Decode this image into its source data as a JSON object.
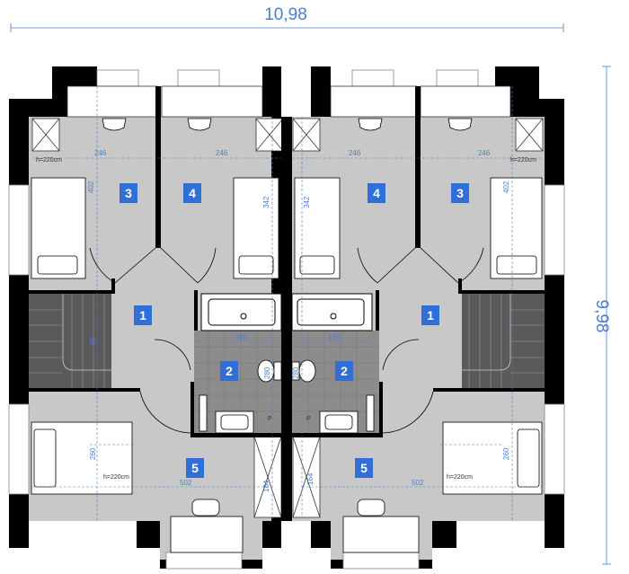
{
  "plan": {
    "overall_width": "10,98",
    "overall_depth": "9,98"
  },
  "rooms": [
    {
      "number": "3"
    },
    {
      "number": "4"
    },
    {
      "number": "1"
    },
    {
      "number": "2"
    },
    {
      "number": "5"
    },
    {
      "number": "4"
    },
    {
      "number": "3"
    },
    {
      "number": "1"
    },
    {
      "number": "2"
    },
    {
      "number": "5"
    }
  ],
  "dimensions": {
    "d246a": "246",
    "d246b": "246",
    "d246c": "246",
    "d246d": "246",
    "h220a": "h=220cm",
    "h220b": "h=220cm",
    "h220c": "h=220cm",
    "h220d": "h=220cm",
    "d402a": "402",
    "d402b": "402",
    "d342a": "342",
    "d342b": "342",
    "d165a": "165",
    "d165b": "165",
    "d280a": "280",
    "d280b": "280",
    "d260a": "260",
    "d260b": "260",
    "d502a": "502",
    "d502b": "502",
    "d164a": "164",
    "d164b": "164",
    "d80": "80",
    "p_left": "P",
    "p_right": "P"
  },
  "colors": {
    "wall": "#000000",
    "floor": "#c8c8c8",
    "bath_floor": "#8c8c8c",
    "stairs": "#5a5a5a",
    "label_bg": "#2f6fd6",
    "dim_line": "#4a7fd0"
  }
}
